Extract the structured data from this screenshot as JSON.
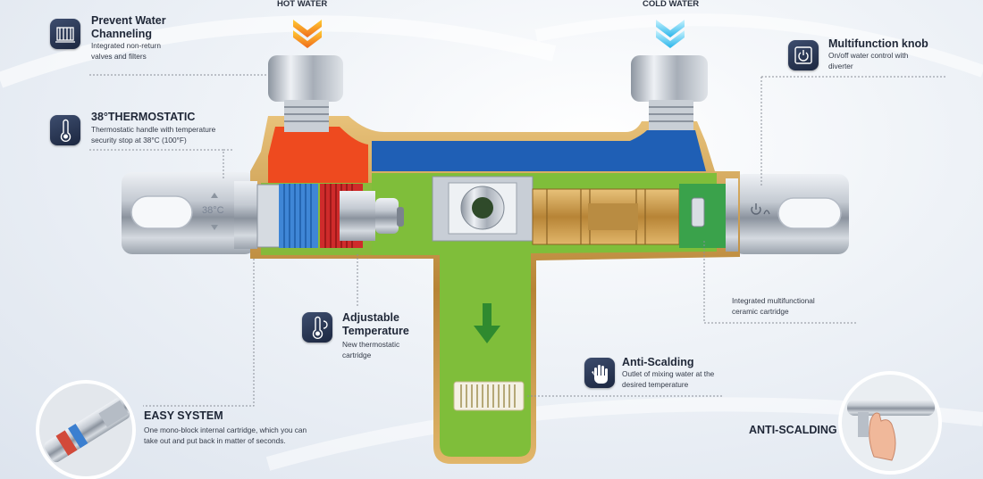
{
  "flow_labels": {
    "hot": "HOT WATER",
    "cold": "COLD WATER"
  },
  "readout": {
    "temperature": "38°C"
  },
  "callouts": {
    "prevent": {
      "title_l1": "Prevent Water",
      "title_l2": "Channeling",
      "desc_l1": "Integrated non-return",
      "desc_l2": "valves  and filters",
      "icon": "filter-icon"
    },
    "thermo": {
      "title": "38°THERMOSTATIC",
      "desc_l1": "Thermostatic handle with temperature",
      "desc_l2": "security stop at 38°C (100°F)",
      "icon": "thermometer-icon"
    },
    "adjust": {
      "title_l1": "Adjustable",
      "title_l2": "Temperature",
      "desc_l1": "New thermostatic",
      "desc_l2": "cartridge",
      "icon": "adjust-thermometer-icon"
    },
    "easy": {
      "title": "EASY SYSTEM",
      "desc_l1": "One mono-block internal cartridge, which you can",
      "desc_l2": "take out and put back in matter of seconds."
    },
    "multi": {
      "title": "Multifunction knob",
      "desc_l1": "On/off water control with",
      "desc_l2": "diverter",
      "icon": "power-knob-icon"
    },
    "cartridge": {
      "desc_l1": "Integrated multifunctional",
      "desc_l2": "ceramic cartridge"
    },
    "antiscald": {
      "title": "Anti-Scalding",
      "desc_l1": "Outlet of mixing water at the",
      "desc_l2": "desired temperature",
      "icon": "hand-icon"
    },
    "antiscald_photo": {
      "label": "ANTI-SCALDING"
    }
  },
  "colors": {
    "hot": "#ee4a1f",
    "cold": "#1f5fb5",
    "mixed": "#7fbe3a",
    "brass": "#c9963e",
    "chrome": "#c2c8d0",
    "icon_bg": "#25324f"
  }
}
